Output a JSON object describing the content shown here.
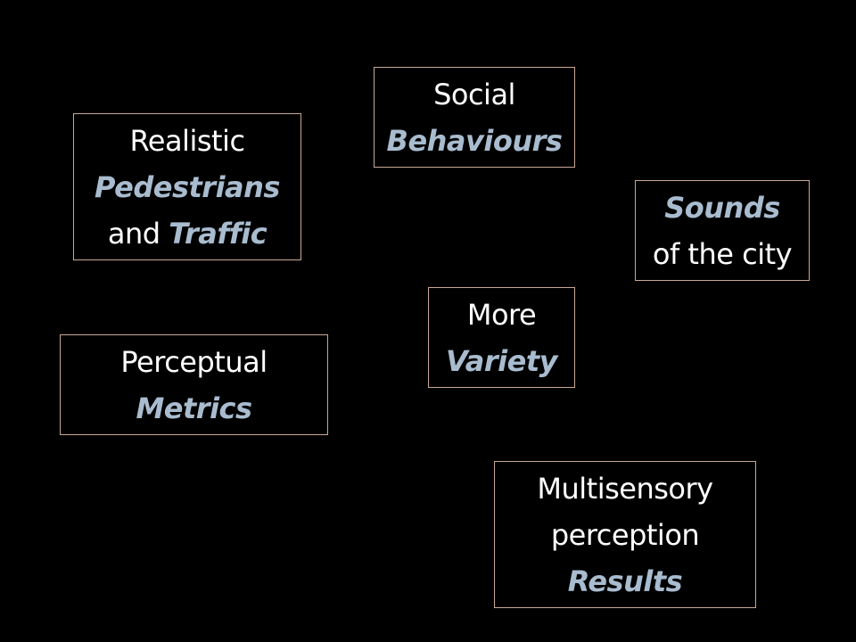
{
  "colors": {
    "background": "#000000",
    "text": "#ffffff",
    "emphasis": "#a9bccf",
    "box_border": "#c9a896"
  },
  "boxes": [
    {
      "id": "pedestrians",
      "lines": [
        [
          {
            "text": "Realistic",
            "em": false
          }
        ],
        [
          {
            "text": "Pedestrians",
            "em": true
          }
        ],
        [
          {
            "text": "and ",
            "em": false
          },
          {
            "text": "Traffic",
            "em": true
          }
        ]
      ]
    },
    {
      "id": "social",
      "lines": [
        [
          {
            "text": "Social",
            "em": false
          }
        ],
        [
          {
            "text": "Behaviours",
            "em": true
          }
        ]
      ]
    },
    {
      "id": "sounds",
      "lines": [
        [
          {
            "text": "Sounds",
            "em": true
          }
        ],
        [
          {
            "text": "of the city",
            "em": false
          }
        ]
      ]
    },
    {
      "id": "variety",
      "lines": [
        [
          {
            "text": "More",
            "em": false
          }
        ],
        [
          {
            "text": "Variety",
            "em": true
          }
        ]
      ]
    },
    {
      "id": "metrics",
      "lines": [
        [
          {
            "text": "Perceptual",
            "em": false
          }
        ],
        [
          {
            "text": "Metrics",
            "em": true
          }
        ]
      ]
    },
    {
      "id": "results",
      "lines": [
        [
          {
            "text": "Multisensory",
            "em": false
          }
        ],
        [
          {
            "text": "perception",
            "em": false
          }
        ],
        [
          {
            "text": "Results",
            "em": true
          }
        ]
      ]
    }
  ]
}
